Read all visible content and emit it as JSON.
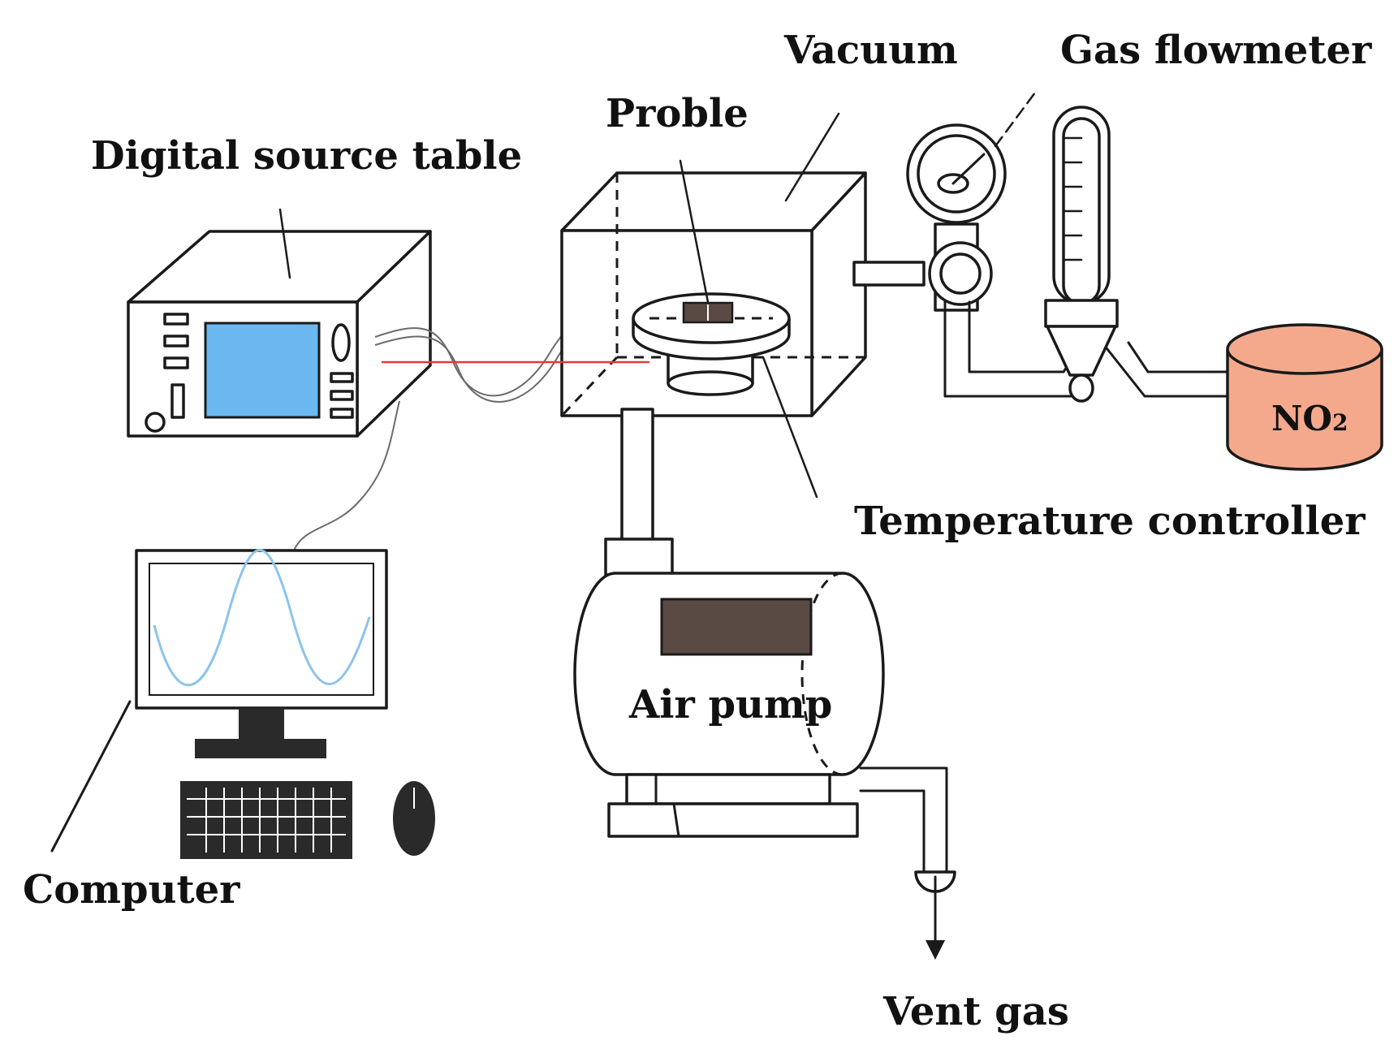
{
  "labels": {
    "vacuum": "Vacuum",
    "gas_flowmeter": "Gas flowmeter",
    "probe": "Proble",
    "digital_source_table": "Digital source table",
    "temperature_controller": "Temperature controller",
    "no2_main": "NO",
    "no2_sub": "2",
    "air_pump": "Air pump",
    "computer": "Computer",
    "vent_gas": "Vent gas"
  },
  "colors": {
    "screen": "#6bb8f0",
    "no2_tank": "#f4a98c",
    "pump_window": "#5a4a44",
    "laser": "#e23b3b",
    "waveform": "#8cc4ea"
  }
}
